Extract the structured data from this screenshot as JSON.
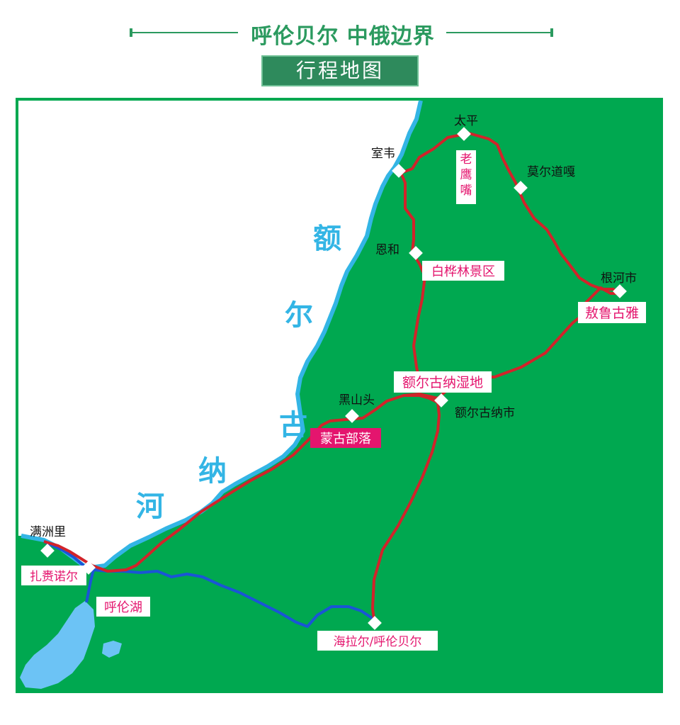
{
  "header": {
    "title": "呼伦贝尔 中俄边界",
    "subtitle": "行程地图"
  },
  "river": {
    "label_chars": [
      "额",
      "尔",
      "古",
      "纳",
      "河"
    ]
  },
  "lake": {
    "label": "呼伦湖"
  },
  "places": {
    "taiping": "太平",
    "shiwei": "室韦",
    "moerdaoga": "莫尔道嘎",
    "enhe": "恩和",
    "genhe": "根河市",
    "heishantou": "黑山头",
    "erguna_city": "额尔古纳市",
    "manzhouli": "满洲里"
  },
  "attractions": {
    "laoyingzui": "老鹰嘴",
    "baihualin": "白桦林景区",
    "aolugouya": "敖鲁古雅",
    "erguna_wetland": "额尔古纳湿地",
    "menggu_buluo": "蒙古部落",
    "zhalainuoer": "扎赉诺尔",
    "hailaer": "海拉尔/呼伦贝尔"
  },
  "colors": {
    "land": "#00a850",
    "river": "#33b5e5",
    "route": "#d2232a",
    "blue_route": "#1a55d6",
    "lake": "#6cc3f5",
    "attraction_text": "#e4156e",
    "title_green": "#2b9a5f"
  },
  "icons": {
    "marker": "diamond-marker-icon"
  }
}
